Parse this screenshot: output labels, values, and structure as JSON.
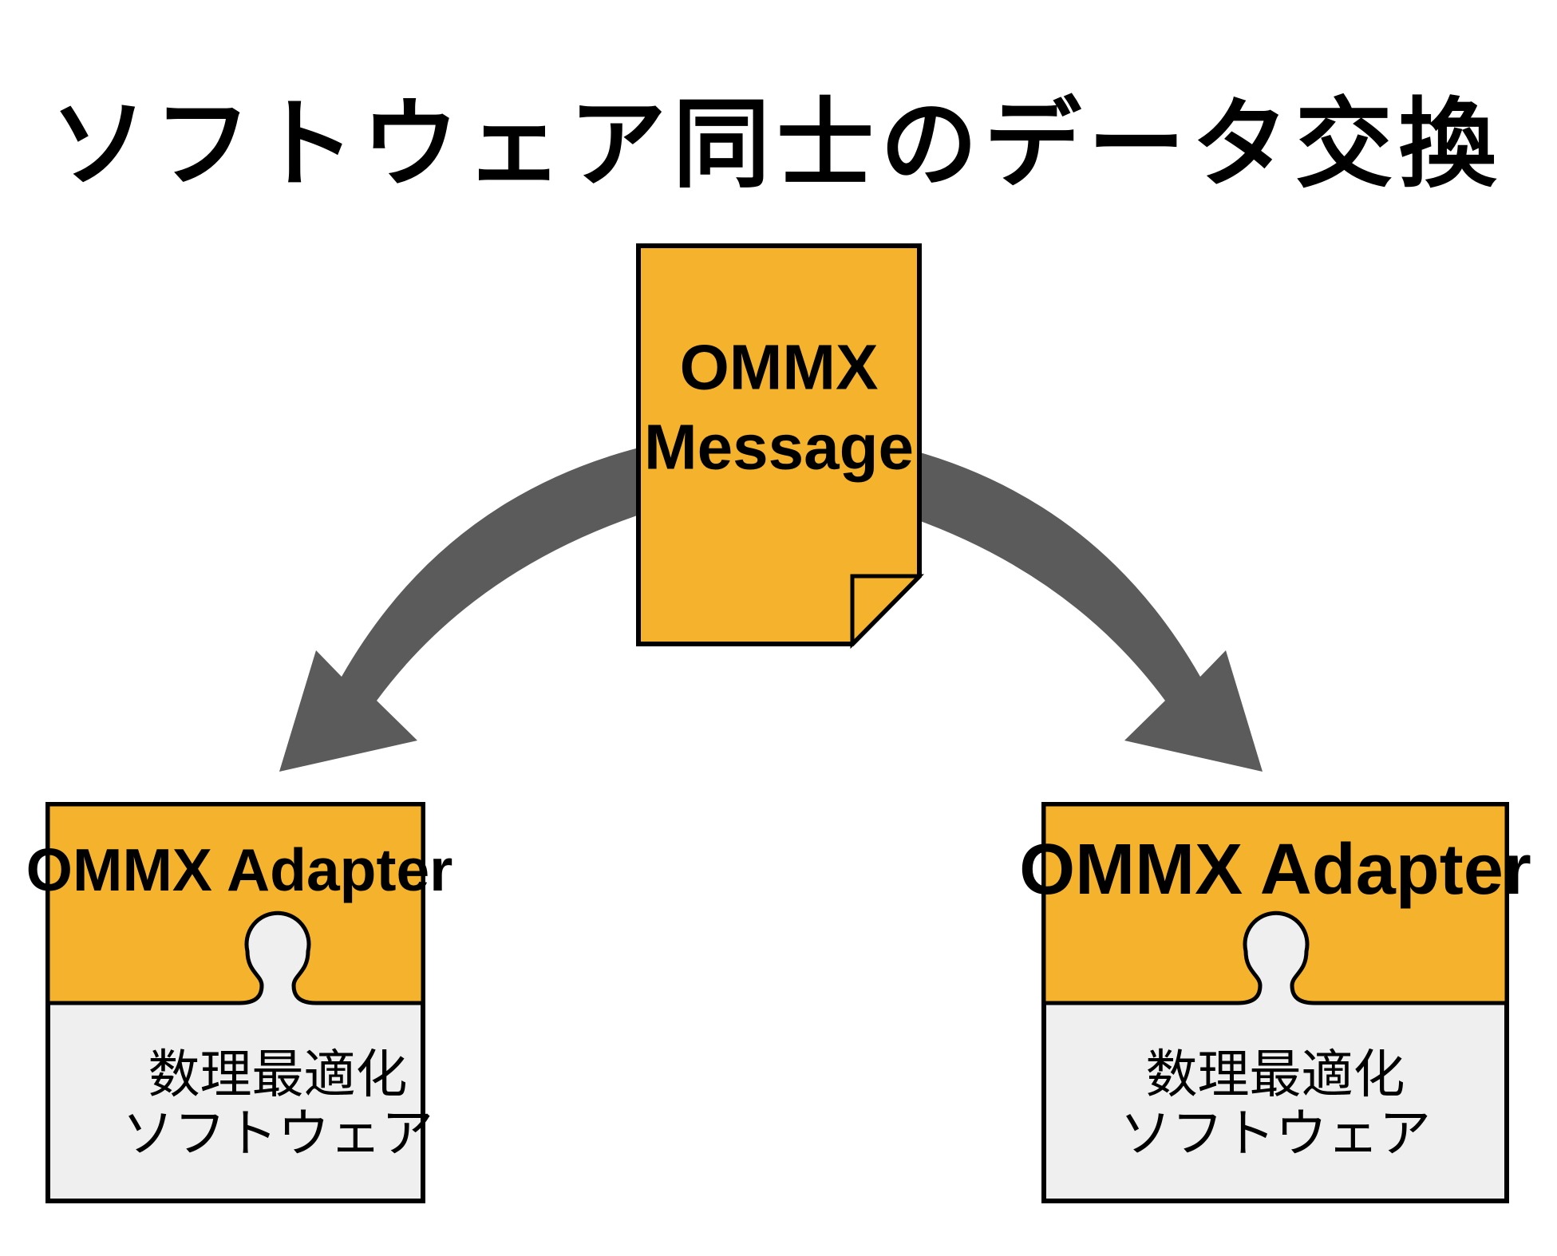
{
  "title": "ソフトウェア同士のデータ交換",
  "colors": {
    "background": "#FFFFFF",
    "orange": "#F5B22C",
    "box_gray": "#EFEFEF",
    "arrow_gray": "#5B5B5B",
    "outline": "#000000",
    "text": "#000000"
  },
  "message_document": {
    "line1": "OMMX",
    "line2": "Message"
  },
  "adapters": {
    "left": {
      "label": "OMMX Adapter",
      "software_line1": "数理最適化",
      "software_line2": "ソフトウェア"
    },
    "right": {
      "label": "OMMX Adapter",
      "software_line1": "数理最適化",
      "software_line2": "ソフトウェア"
    }
  }
}
